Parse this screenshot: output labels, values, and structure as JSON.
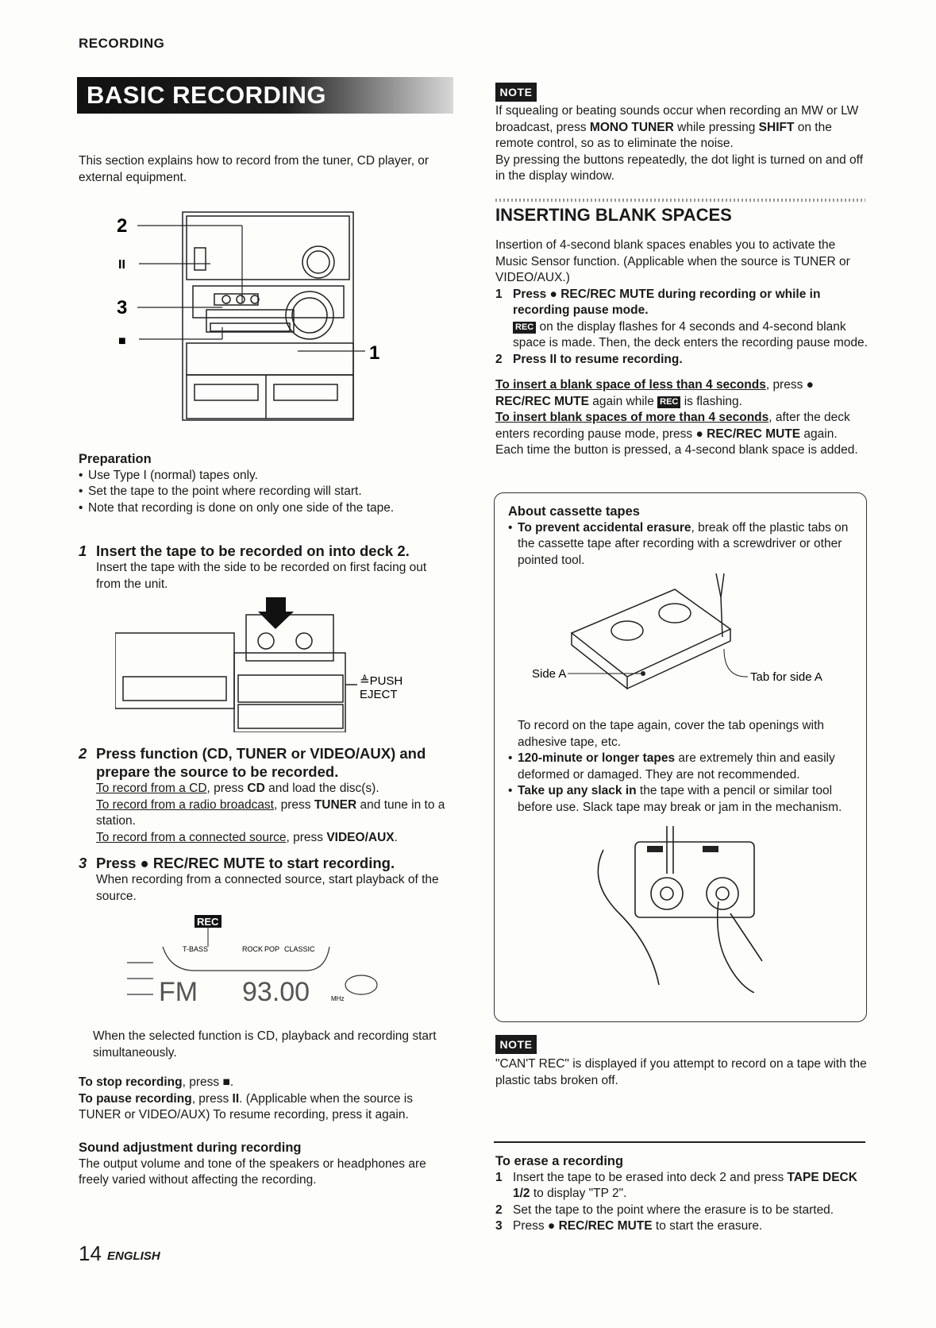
{
  "header": {
    "section": "RECORDING",
    "title": "BASIC RECORDING"
  },
  "intro": "This section explains how to record from the tuner, CD player, or external equipment.",
  "diagram1": {
    "label_2": "2",
    "label_pause": "II",
    "label_3": "3",
    "label_stop": "■",
    "label_1": "1"
  },
  "preparation": {
    "heading": "Preparation",
    "items": [
      "Use Type I (normal) tapes only.",
      "Set the tape to the point where recording will start.",
      "Note that recording is done on only one side of the tape."
    ]
  },
  "step1": {
    "num": "1",
    "title": "Insert the tape to be recorded on into deck 2.",
    "text": "Insert the tape with the side to be recorded on first facing out from the unit."
  },
  "diagram2": {
    "push": "≜PUSH",
    "eject": "EJECT"
  },
  "step2": {
    "num": "2",
    "title": "Press function (CD, TUNER or VIDEO/AUX) and prepare the source to be recorded.",
    "cd_link": "To record from a CD",
    "cd_rest_a": ", press ",
    "cd_key": "CD",
    "cd_rest_b": " and load the disc(s).",
    "radio_link": "To record from a radio broadcast",
    "radio_rest_a": ", press ",
    "radio_key": "TUNER",
    "radio_rest_b": " and tune in to a station.",
    "src_link": "To record from a connected source",
    "src_rest_a": ", press ",
    "src_key": "VIDEO/AUX",
    "src_rest_b": "."
  },
  "step3": {
    "num": "3",
    "title": "Press ● REC/REC MUTE to start recording.",
    "text": "When recording from a connected source, start playback of the source."
  },
  "display": {
    "rec": "REC",
    "tbass": "T-BASS",
    "rock": "ROCK",
    "pop": "POP",
    "classic": "CLASSIC",
    "band": "FM",
    "freq": "93.00",
    "unit": "MHz"
  },
  "after_display": "When the selected function is CD, playback and recording start simultaneously.",
  "stop": {
    "label": "To stop recording",
    "text_a": ", press ",
    "key": "■",
    "text_b": "."
  },
  "pause": {
    "label": "To pause recording",
    "text_a": ", press ",
    "key": "II",
    "text_b": ". (Applicable when the source is TUNER or VIDEO/AUX) To resume recording, press it again."
  },
  "sound": {
    "heading": "Sound adjustment during recording",
    "text": "The output volume and tone of the speakers or headphones are freely varied without affecting the recording."
  },
  "footer": {
    "page": "14",
    "lang": "ENGLISH"
  },
  "note1": {
    "badge": "NOTE",
    "p1a": "If squealing or beating sounds occur when recording an MW or LW broadcast, press ",
    "p1k1": "MONO TUNER",
    "p1b": " while pressing ",
    "p1k2": "SHIFT",
    "p1c": " on the remote control, so as to eliminate the noise.",
    "p2": "By pressing the buttons repeatedly, the dot light is turned on and off in the display window."
  },
  "blank": {
    "heading": "INSERTING BLANK SPACES",
    "intro": "Insertion of 4-second blank spaces enables you to activate the Music Sensor function. (Applicable when the source is TUNER or VIDEO/AUX.)",
    "s1_num": "1",
    "s1_title": "Press ● REC/REC MUTE during recording or while in recording pause mode.",
    "s1_tag": "REC",
    "s1_text": " on the display flashes for 4 seconds and 4-second blank space is made. Then, the deck enters the recording pause mode.",
    "s2_num": "2",
    "s2_title": "Press II to resume recording.",
    "less_link": "To insert a blank space of less than 4 seconds",
    "less_a": ", press ● ",
    "less_key": "REC/REC MUTE",
    "less_b": " again while ",
    "less_tag": "REC",
    "less_c": " is flashing.",
    "more_link": "To insert blank spaces of more than 4 seconds",
    "more_a": ", after the deck enters recording pause mode, press ● ",
    "more_key": "REC/REC MUTE",
    "more_b": " again. Each time the button is pressed, a 4-second blank space is added."
  },
  "cassette": {
    "heading": "About cassette tapes",
    "b1_bold": "To prevent accidental erasure",
    "b1_text": ", break off the plastic tabs on the cassette tape after recording with a screwdriver or other pointed tool.",
    "side_a": "Side A",
    "tab_a": "Tab for side A",
    "cover": "To record on the tape again, cover the tab openings with adhesive tape, etc.",
    "b2_bold": "120-minute or longer tapes",
    "b2_text": " are extremely thin and easily deformed or damaged. They are not recommended.",
    "b3_bold": "Take up any slack in",
    "b3_text": " the tape with a pencil or similar tool before use. Slack tape may break or jam in the mechanism."
  },
  "note2": {
    "badge": "NOTE",
    "text": "\"CAN'T REC\" is displayed if you attempt to record on a tape with the plastic tabs broken off."
  },
  "erase": {
    "heading": "To erase a recording",
    "s1_num": "1",
    "s1a": "Insert the tape to be erased into deck 2 and press ",
    "s1k": "TAPE DECK 1/2",
    "s1b": " to display \"TP 2\".",
    "s2_num": "2",
    "s2": "Set the tape to the point where the erasure is to be started.",
    "s3_num": "3",
    "s3a": "Press ● ",
    "s3k": "REC/REC MUTE",
    "s3b": " to start the erasure."
  }
}
